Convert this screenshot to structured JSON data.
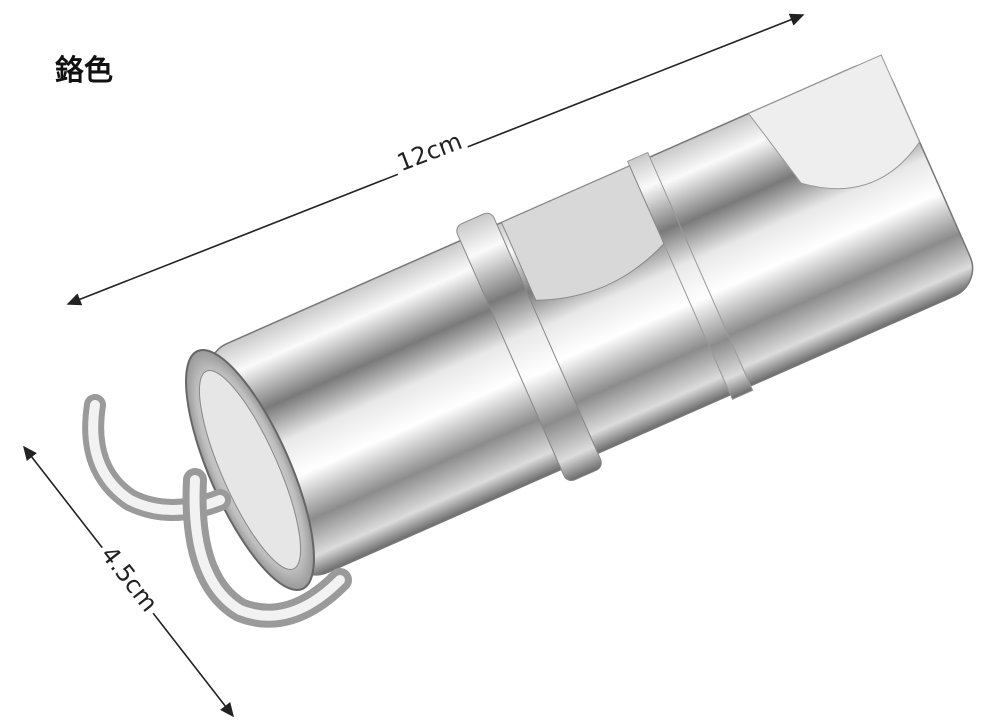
{
  "product": {
    "color_label": "鉻色",
    "length_label": "12cm",
    "width_label": "4.5cm"
  },
  "colors": {
    "chrome_light": "#f4f4f4",
    "chrome_dark": "#5a5a5a",
    "arrow": "#222222"
  }
}
